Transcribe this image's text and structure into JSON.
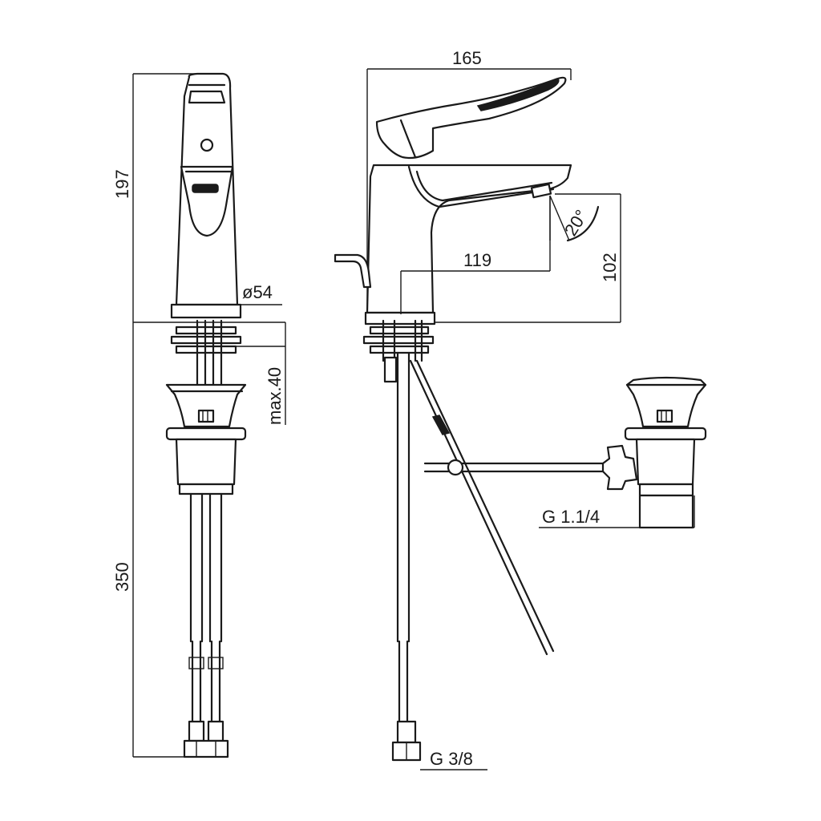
{
  "dimensions": {
    "width_top": "165",
    "spout_reach": "119",
    "spout_height": "102",
    "tilt_angle": "20°",
    "total_height": "197",
    "base_diameter": "ø54",
    "deck_thickness": "max.40",
    "hose_length": "350",
    "waste_thread": "G 1.1/4",
    "supply_thread": "G 3/8"
  }
}
